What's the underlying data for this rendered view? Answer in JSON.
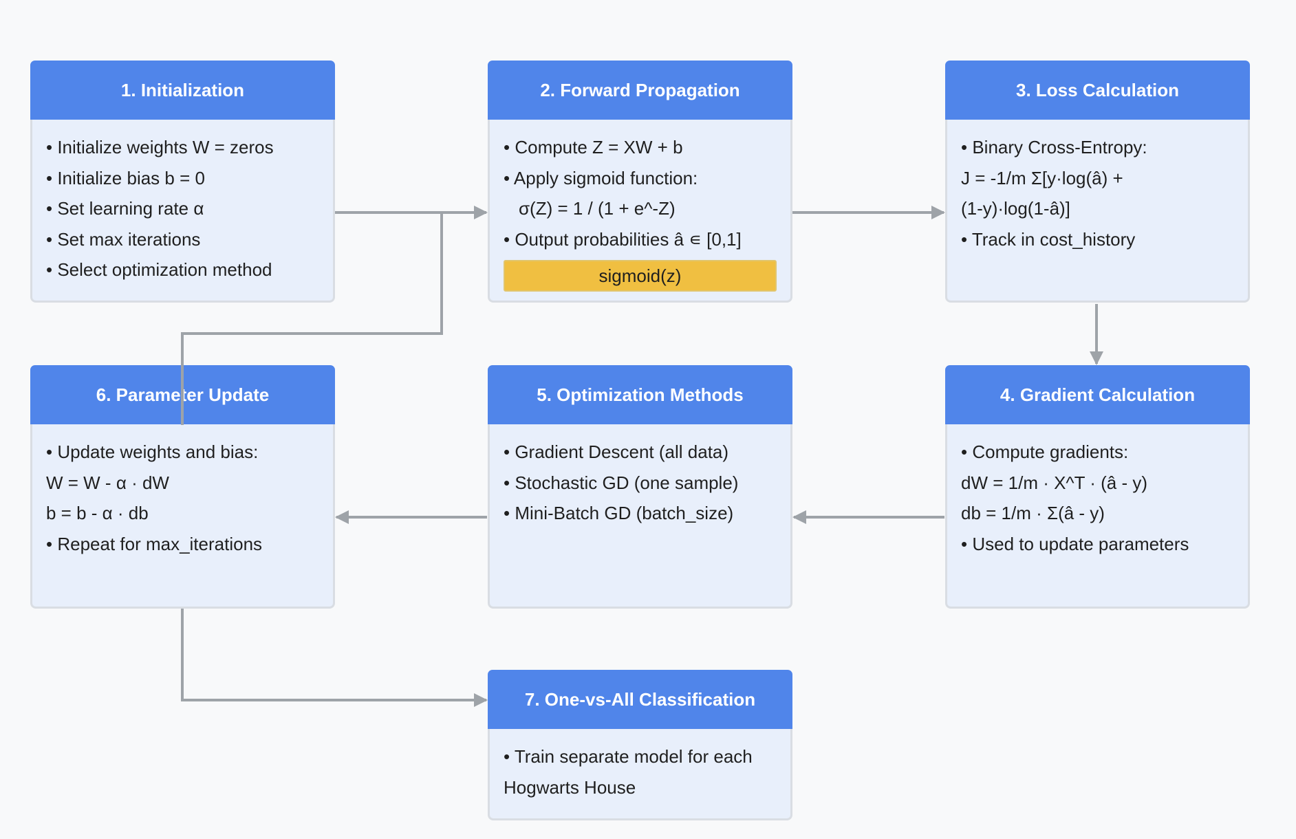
{
  "colors": {
    "background": "#f8f9fa",
    "header": "#5085ea",
    "body": "#e8effb",
    "badge": "#f0bf41",
    "arrow": "#9ea3a8"
  },
  "nodes": [
    {
      "title": "1. Initialization",
      "lines": [
        "• Initialize weights W = zeros",
        "• Initialize bias b = 0",
        "• Set learning rate α",
        "• Set max iterations",
        "• Select optimization method"
      ]
    },
    {
      "title": "2. Forward Propagation",
      "lines": [
        "• Compute Z = XW + b",
        "• Apply sigmoid function:",
        "σ(Z) = 1 / (1 + e^-Z)",
        "• Output probabilities â ∊ [0,1]"
      ],
      "badge": "sigmoid(z)"
    },
    {
      "title": "3. Loss Calculation",
      "lines": [
        "• Binary Cross-Entropy:",
        "J = -1/m Σ[y·log(â) +",
        "(1-y)·log(1-â)]",
        "• Track in cost_history"
      ]
    },
    {
      "title": "4. Gradient Calculation",
      "lines": [
        "• Compute gradients:",
        "dW = 1/m · X^T · (â - y)",
        "db = 1/m · Σ(â - y)",
        "• Used to update parameters"
      ]
    },
    {
      "title": "5. Optimization Methods",
      "lines": [
        "• Gradient Descent (all data)",
        "• Stochastic GD (one sample)",
        "• Mini-Batch GD (batch_size)"
      ]
    },
    {
      "title": "6. Parameter Update",
      "lines": [
        "• Update weights and bias:",
        "W = W - α · dW",
        "b = b - α · db",
        "• Repeat for max_iterations"
      ]
    },
    {
      "title": "7. One-vs-All Classification",
      "lines": [
        "• Train separate model for each",
        "Hogwarts House"
      ]
    }
  ]
}
